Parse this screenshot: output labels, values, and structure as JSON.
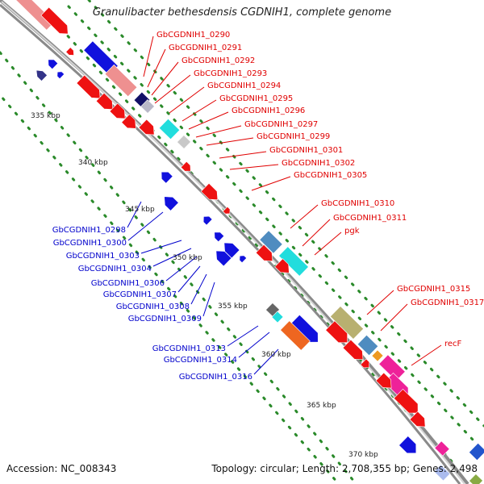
{
  "header": {
    "title": "Granulibacter bethesdensis CGDNIH1, complete genome"
  },
  "footer": {
    "accession": "Accession: NC_008343",
    "stats": "Topology: circular; Length: 2,708,355 bp; Genes: 2,498"
  },
  "colors": {
    "forward_label": "#e00000",
    "reverse_label": "#0000cc",
    "backbone": "#8a8a8a",
    "tick_dots": "#2a8a2a",
    "gene_red": "#ee1111",
    "gene_blue": "#1111dd",
    "gene_cyan": "#22dddd",
    "gene_pink": "#ee2299",
    "gene_olive": "#b8b070",
    "gene_steel": "#4f8cc0",
    "gene_salmon": "#ee9090"
  },
  "kbp_labels": [
    "335 kbp",
    "340 kbp",
    "345 kbp",
    "350 kbp",
    "355 kbp",
    "360 kbp",
    "365 kbp",
    "370 kbp"
  ],
  "forward_genes": [
    "GbCGDNIH1_0290",
    "GbCGDNIH1_0291",
    "GbCGDNIH1_0292",
    "GbCGDNIH1_0293",
    "GbCGDNIH1_0294",
    "GbCGDNIH1_0295",
    "GbCGDNIH1_0296",
    "GbCGDNIH1_0297",
    "GbCGDNIH1_0299",
    "GbCGDNIH1_0301",
    "GbCGDNIH1_0302",
    "GbCGDNIH1_0305",
    "GbCGDNIH1_0310",
    "GbCGDNIH1_0311",
    "pgk",
    "GbCGDNIH1_0315",
    "GbCGDNIH1_0317",
    "recF"
  ],
  "reverse_genes": [
    "GbCGDNIH1_0298",
    "GbCGDNIH1_0300",
    "GbCGDNIH1_0303",
    "GbCGDNIH1_0304",
    "GbCGDNIH1_0306",
    "GbCGDNIH1_0307",
    "GbCGDNIH1_0308",
    "GbCGDNIH1_0309",
    "GbCGDNIH1_0313",
    "GbCGDNIH1_0314",
    "GbCGDNIH1_0316"
  ]
}
